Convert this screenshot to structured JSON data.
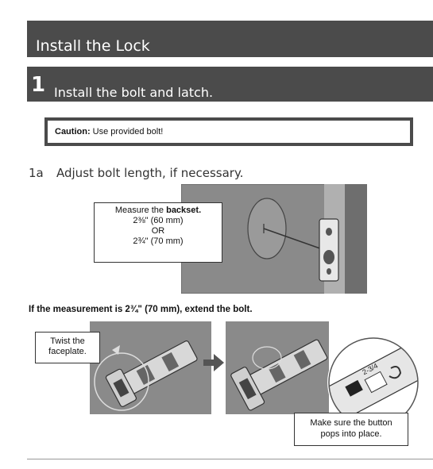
{
  "section": {
    "title": "Install the Lock"
  },
  "step": {
    "number": "1",
    "title": "Install the bolt and latch."
  },
  "caution": {
    "label": "Caution:",
    "text": "Use provided bolt!"
  },
  "substep": {
    "number": "1a",
    "text": "Adjust bolt length, if necessary."
  },
  "measure": {
    "line1_prefix": "Measure the",
    "line1_bold": "backset.",
    "line2": "2⅜\" (60 mm)",
    "line3": "OR",
    "line4": "2¾\" (70 mm)"
  },
  "instruction": "If the measurement is 2¾\" (70 mm), extend the bolt.",
  "twist": {
    "line1": "Twist the",
    "line2": "faceplate."
  },
  "button": {
    "line1": "Make sure the button",
    "line2": "pops into place."
  },
  "zoom_label": "2-3/4",
  "colors": {
    "header_bg": "#4b4b4b",
    "header_text": "#ffffff",
    "illustration_bg": "#8a8a8a",
    "illustration_dark": "#707070"
  }
}
